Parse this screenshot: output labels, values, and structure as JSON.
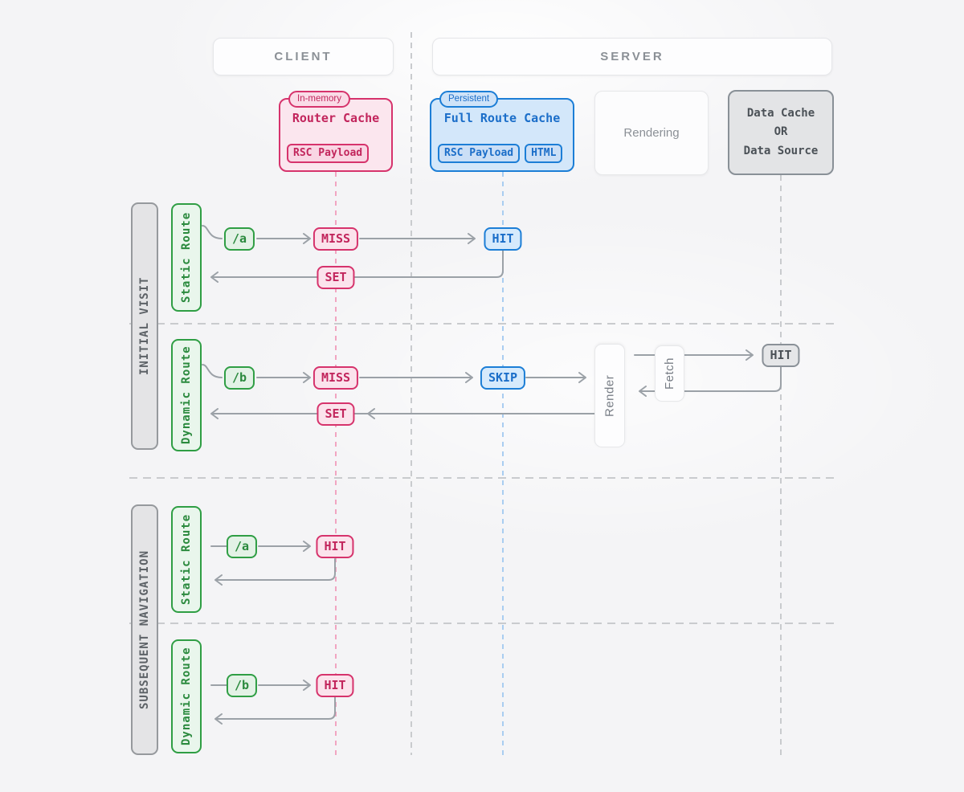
{
  "headers": {
    "client": "CLIENT",
    "server": "SERVER"
  },
  "boxes": {
    "router_cache": {
      "badge": "In-memory",
      "title": "Router Cache",
      "tag1": "RSC Payload"
    },
    "full_route_cache": {
      "badge": "Persistent",
      "title": "Full Route Cache",
      "tag1": "RSC Payload",
      "tag2": "HTML"
    },
    "rendering": {
      "label": "Rendering"
    },
    "data_cache": {
      "line1": "Data Cache",
      "line2": "OR",
      "line3": "Data Source"
    }
  },
  "sections": {
    "initial_visit": {
      "label": "INITIAL VISIT"
    },
    "subsequent_navigation": {
      "label": "SUBSEQUENT NAVIGATION"
    },
    "static_route_initial": {
      "label": "Static Route"
    },
    "dynamic_route_initial": {
      "label": "Dynamic Route"
    },
    "static_route_subsequent": {
      "label": "Static Route"
    },
    "dynamic_route_subsequent": {
      "label": "Dynamic Route"
    }
  },
  "flows": {
    "initial_static": {
      "route": "/a",
      "router_result": "MISS",
      "full_route_result": "HIT",
      "router_update": "SET"
    },
    "initial_dynamic": {
      "route": "/b",
      "router_result": "MISS",
      "full_route_result": "SKIP",
      "render": "Render",
      "fetch": "Fetch",
      "data_result": "HIT",
      "router_update": "SET"
    },
    "subsequent_static": {
      "route": "/a",
      "router_result": "HIT"
    },
    "subsequent_dynamic": {
      "route": "/b",
      "router_result": "HIT"
    }
  },
  "colors": {
    "pink": "#d6336c",
    "blue": "#1c7ed6",
    "green": "#2f9e44",
    "gray": "#868e96",
    "arrow": "#9ba1a7"
  }
}
